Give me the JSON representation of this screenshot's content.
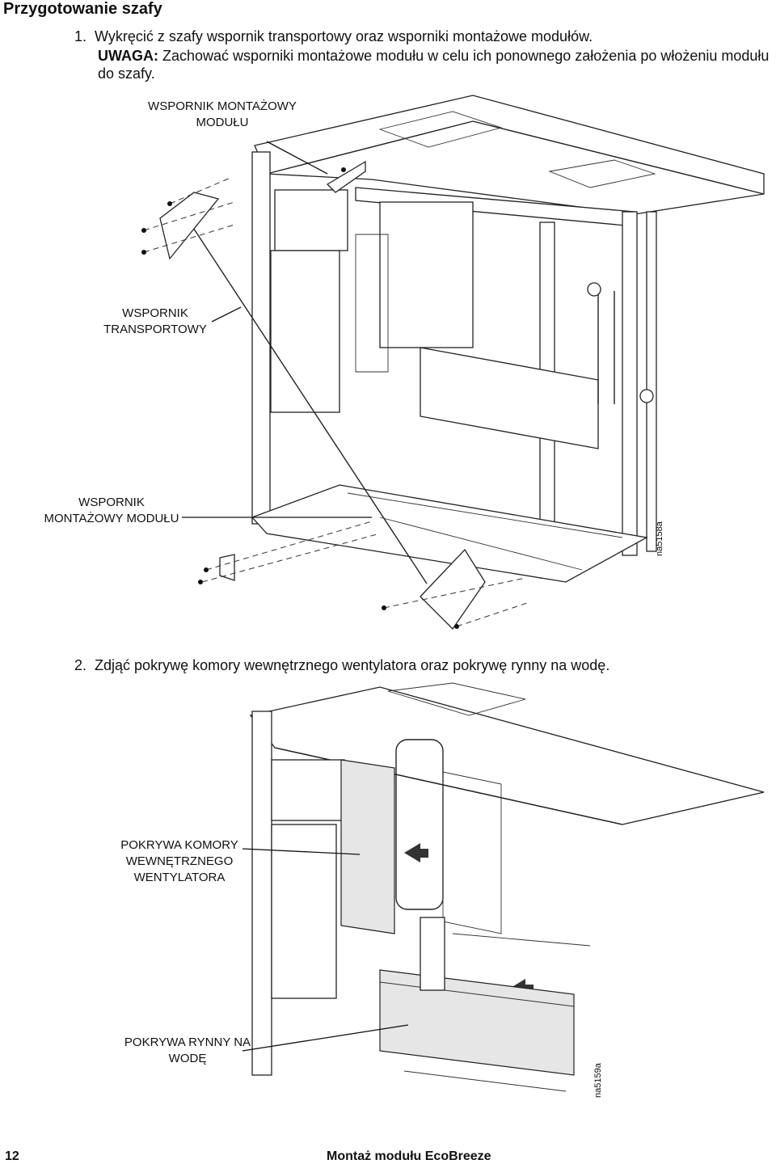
{
  "section": {
    "title": "Przygotowanie szafy"
  },
  "steps": [
    {
      "number": "1.",
      "text": "Wykręcić z szafy wspornik transportowy oraz wsporniki montażowe modułów.",
      "note_label": "UWAGA:",
      "note_text": "Zachować wsporniki montażowe modułu w celu ich ponownego założenia po włożeniu modułu do szafy."
    },
    {
      "number": "2.",
      "text": "Zdjąć pokrywę komory wewnętrznego wentylatora oraz pokrywę rynny na wodę."
    }
  ],
  "figure1": {
    "callout_mount_top": "WSPORNIK MONTAŻOWY MODUŁU",
    "callout_transport": "WSPORNIK TRANSPORTOWY",
    "callout_mount_bottom": "WSPORNIK MONTAŻOWY MODUŁU",
    "figure_id": "na5158a"
  },
  "figure2": {
    "callout_blower_cover": "POKRYWA KOMORY WEWNĘTRZNEGO WENTYLATORA",
    "callout_gutter_cover": "POKRYWA RYNNY NA WODĘ",
    "figure_id": "na5159a"
  },
  "footer": {
    "page_number": "12",
    "doc_title": "Montaż modułu EcoBreeze"
  }
}
